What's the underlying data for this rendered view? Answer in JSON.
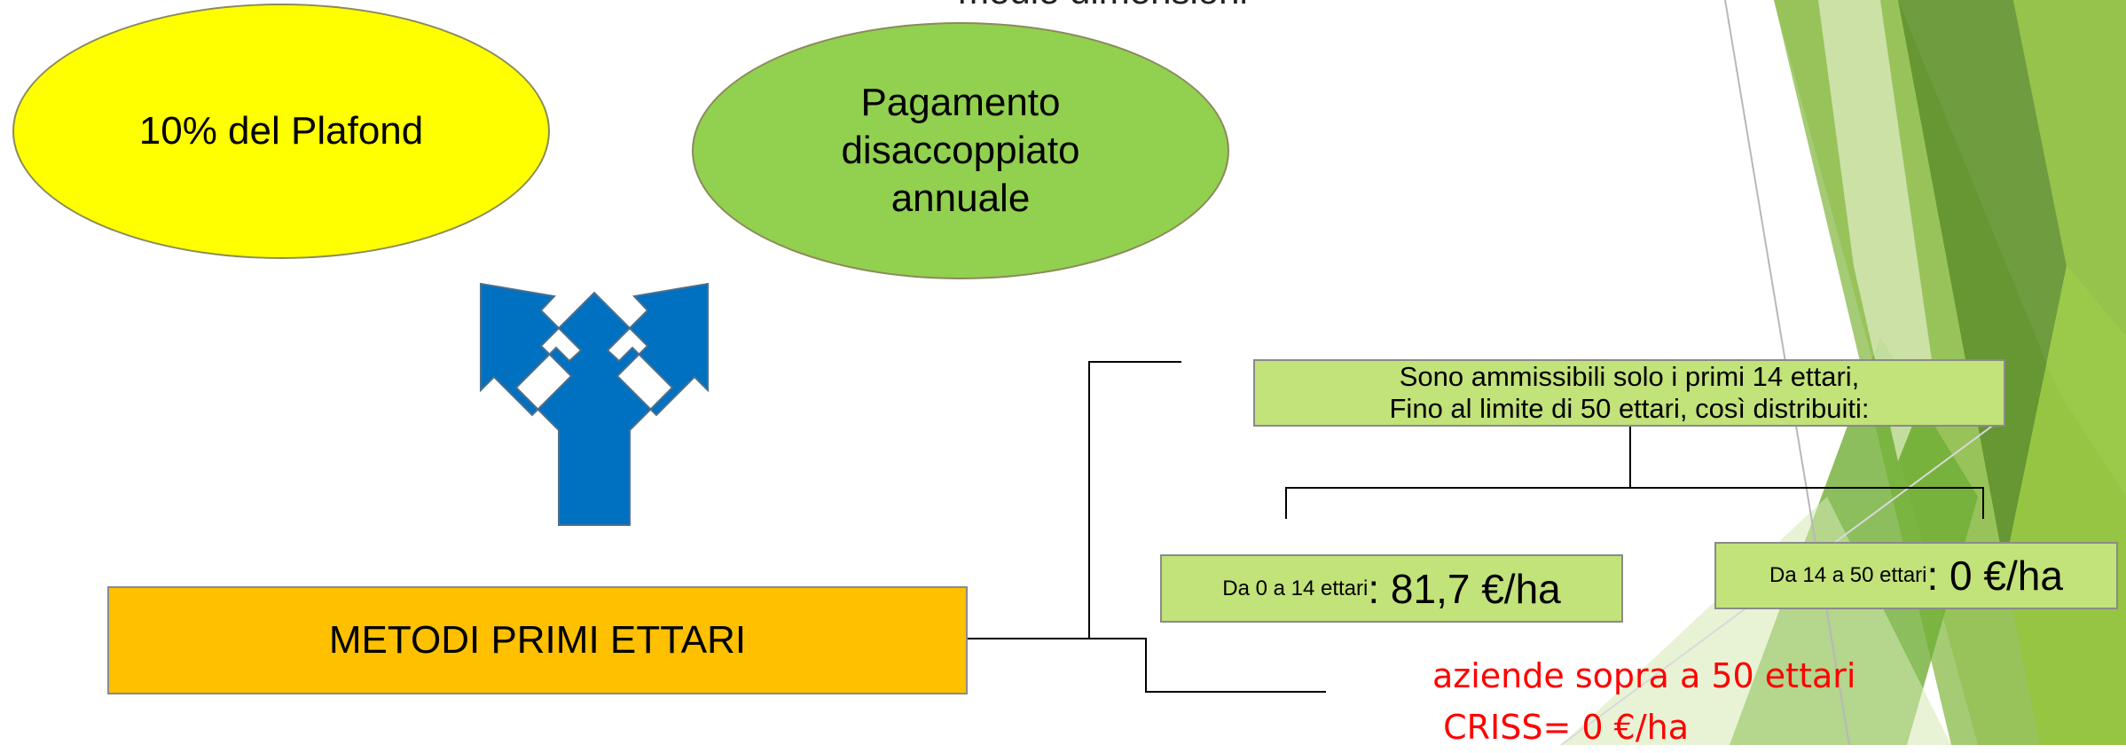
{
  "top_cut_text": "medie dimensioni",
  "ellipses": {
    "plafond": "10% del Plafond",
    "payment": [
      "Pagamento",
      "disaccoppiato",
      "annuale"
    ]
  },
  "main_box": "METODI PRIMI ETTARI",
  "info_box": {
    "line1": "Sono ammissibili solo i primi 14 ettari,",
    "line2": "Fino al limite  di 50 ettari, così distribuiti:"
  },
  "tier1": {
    "label": "Da 0 a 14 ettari",
    "value": ": 81,7 €/ha"
  },
  "tier2": {
    "label": "Da 14 a 50 ettari",
    "value": ": 0 €/ha"
  },
  "note": {
    "line1": "aziende sopra a 50 ettari",
    "line2": " CRISS= 0 €/ha"
  },
  "colors": {
    "yellow": "#ffff00",
    "green_ellipse": "#92d050",
    "orange": "#ffc000",
    "light_green": "#c2e27a",
    "arrow_blue": "#0070c0",
    "red_text": "#ff0000"
  },
  "icons": [
    "fork-arrow-icon"
  ]
}
